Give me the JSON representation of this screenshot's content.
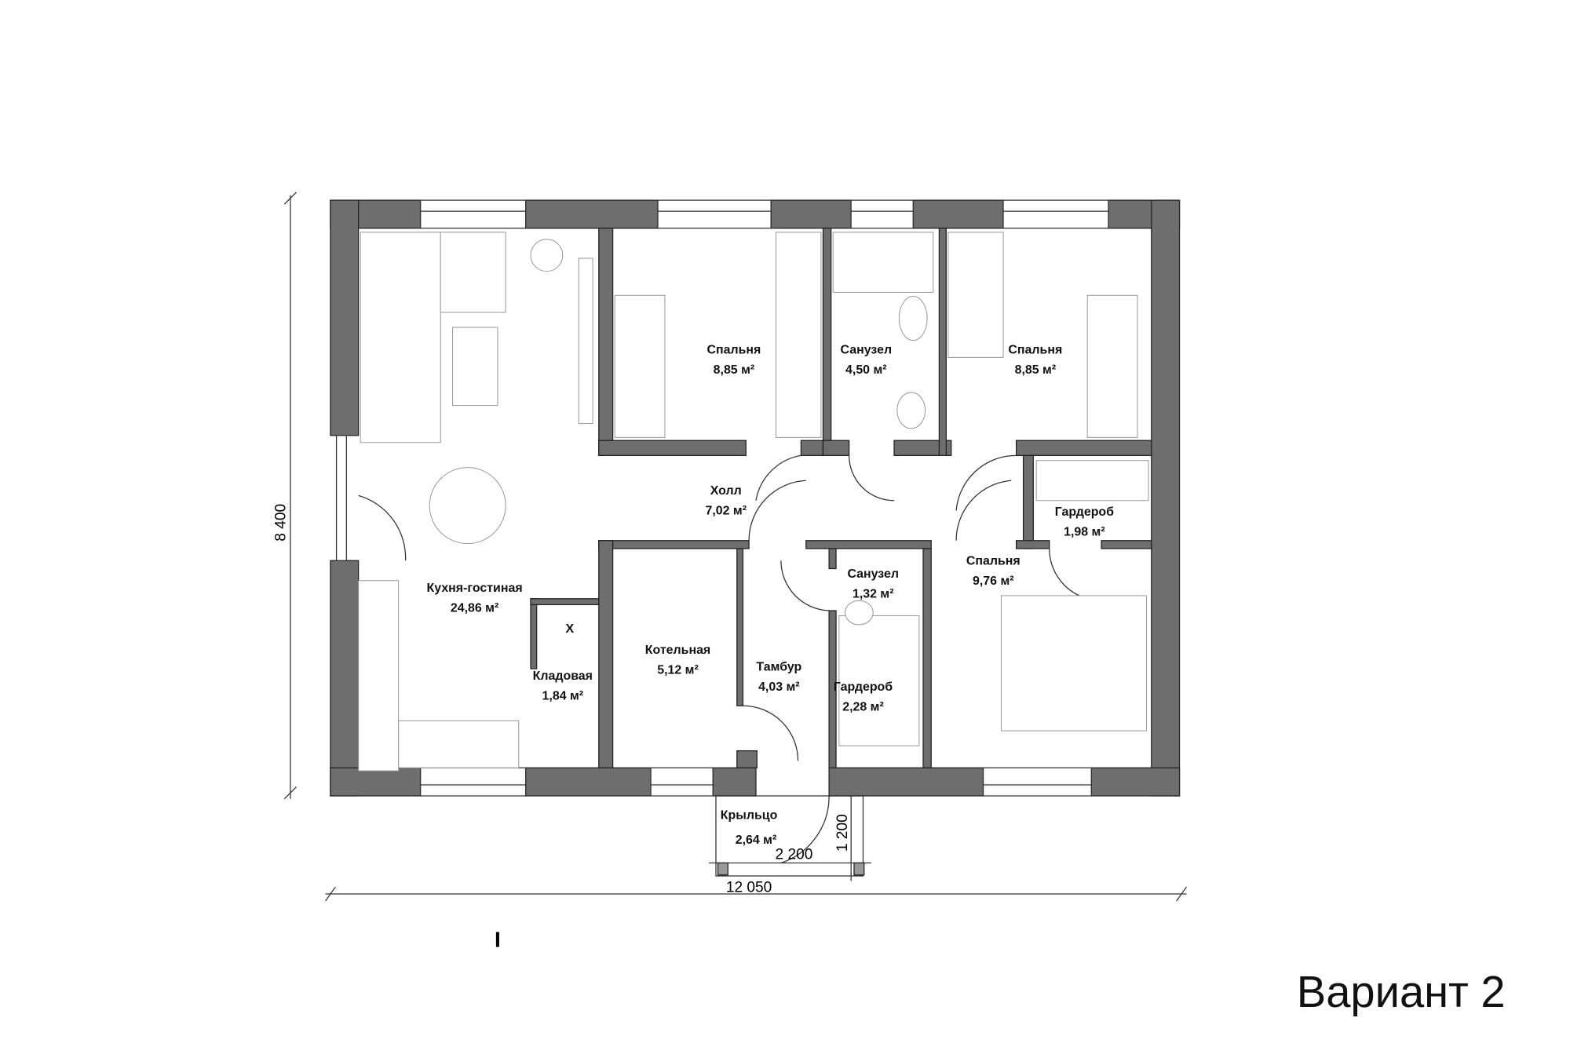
{
  "plan": {
    "variant_label": "Вариант 2",
    "section_marker": "I",
    "dimensions": {
      "height": "8 400",
      "width": "12 050",
      "porch_width": "2 200",
      "porch_depth": "1 200"
    },
    "rooms": [
      {
        "name": "Кухня-гостиная",
        "area": "24,86 м²"
      },
      {
        "name": "Спальня",
        "area": "8,85 м²"
      },
      {
        "name": "Санузел",
        "area": "4,50 м²"
      },
      {
        "name": "Спальня",
        "area": "8,85 м²"
      },
      {
        "name": "Холл",
        "area": "7,02 м²"
      },
      {
        "name": "Гардероб",
        "area": "1,98 м²"
      },
      {
        "name": "Спальня",
        "area": "9,76 м²"
      },
      {
        "name": "Санузел",
        "area": "1,32 м²"
      },
      {
        "name": "Котельная",
        "area": "5,12 м²"
      },
      {
        "name": "Тамбур",
        "area": "4,03 м²"
      },
      {
        "name": "Гардероб",
        "area": "2,28 м²"
      },
      {
        "name": "Кладовая",
        "area": "1,84 м²"
      },
      {
        "name": "Крыльцо",
        "area": "2,64 м²"
      }
    ],
    "pantry_mark": "X"
  }
}
